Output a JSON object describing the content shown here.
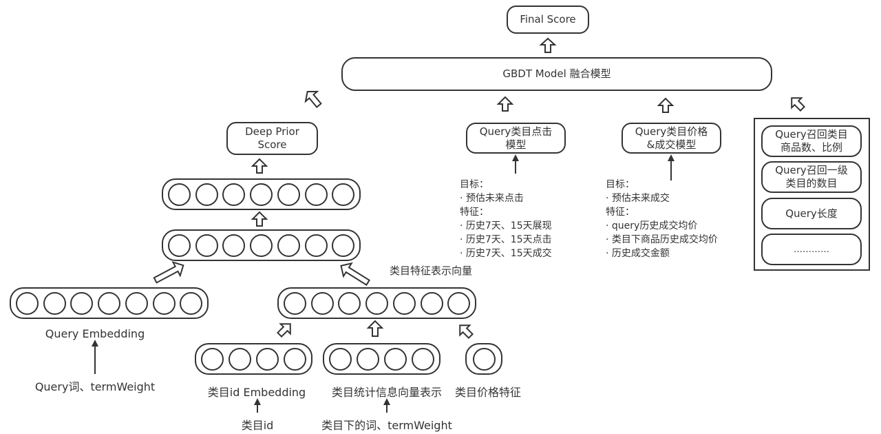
{
  "final_score": "Final Score",
  "gbdt_model": "GBDT Model 融合模型",
  "deep_prior": {
    "line1": "Deep Prior",
    "line2": "Score"
  },
  "click_model": {
    "line1": "Query类目点击",
    "line2": "模型"
  },
  "price_model": {
    "line1": "Query类目价格",
    "line2": "&成交模型"
  },
  "click_features": [
    "目标：",
    "· 预估未来点击",
    "特征：",
    "· 历史7天、15天展现",
    "· 历史7天、15天点击",
    "· 历史7天、15天成交"
  ],
  "price_features": [
    "目标：",
    "· 预估未来成交",
    "特征：",
    "· query历史成交均价",
    "· 类目下商品历史成交均价",
    "· 历史成交金额"
  ],
  "query_features": [
    {
      "line1": "Query召回类目",
      "line2": "商品数、比例"
    },
    {
      "line1": "Query召回一级",
      "line2": "类目的数目"
    },
    {
      "line1": "Query长度",
      "line2": ""
    },
    {
      "line1": "…………",
      "line2": ""
    }
  ],
  "category_vector_label": "类目特征表示向量",
  "query_embedding": "Query Embedding",
  "query_input": "Query词、termWeight",
  "category_id_embedding": "类目id Embedding",
  "category_stat_vector": "类目统计信息向量表示",
  "category_price_feature": "类目价格特征",
  "category_id": "类目id",
  "category_words": "类目下的词、termWeight"
}
